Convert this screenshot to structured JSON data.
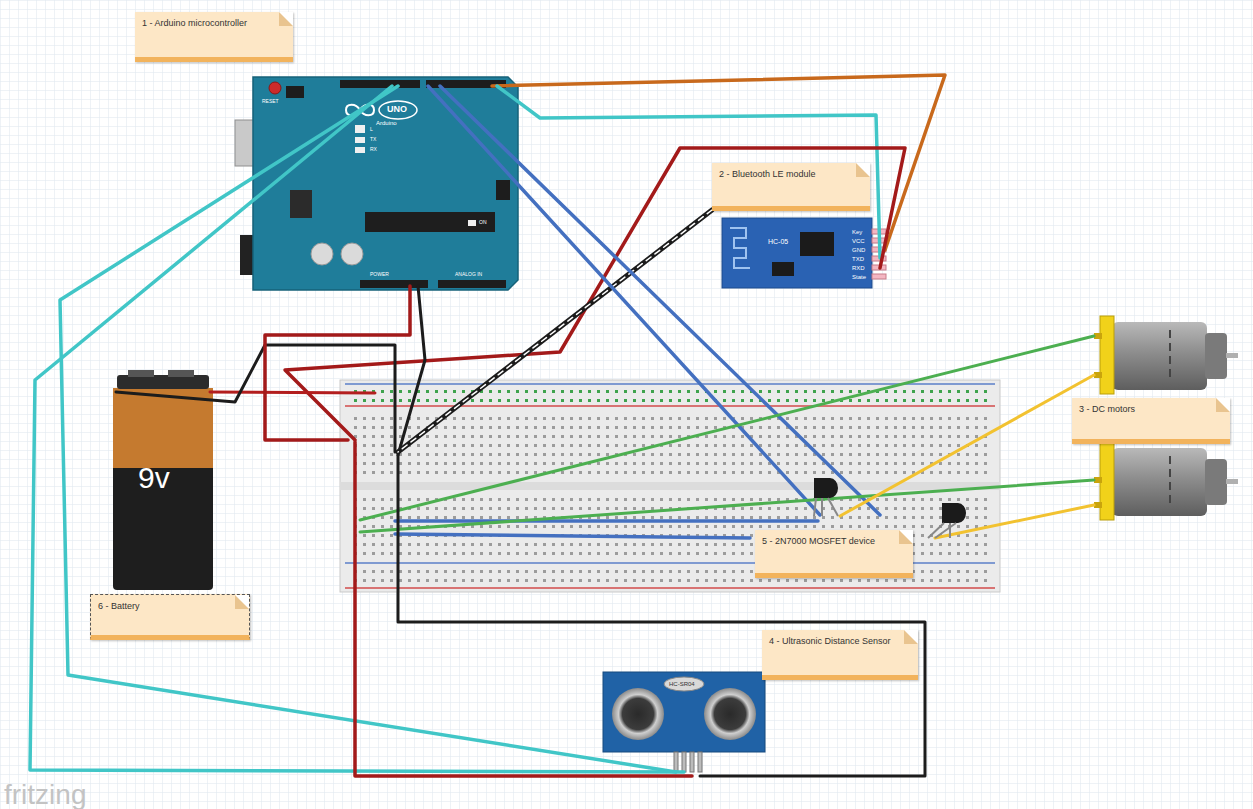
{
  "diagram": {
    "nodes": [
      {
        "text": [
          "1 - Arduino microcontroller"
        ]
      },
      {
        "text": [
          "2 - Bluetooth LE module"
        ]
      },
      {
        "text": [
          "3 - DC motors"
        ]
      },
      {
        "text": [
          "5 - 2N7000 MOSFET device"
        ]
      },
      {
        "text": [
          "6 - Battery"
        ]
      },
      {
        "text": [
          "4 - Ultrasonic Distance Sensor"
        ]
      }
    ],
    "labels": [
      "RESET",
      "UNO",
      "Arduino",
      "L",
      "TX",
      "RX",
      "ON",
      "POWER",
      "ANALOG IN",
      "HC-05",
      "Key",
      "VCC",
      "GND",
      "TXD",
      "RXD",
      "State",
      "9v",
      "HC-SR04",
      "fritzing"
    ]
  }
}
